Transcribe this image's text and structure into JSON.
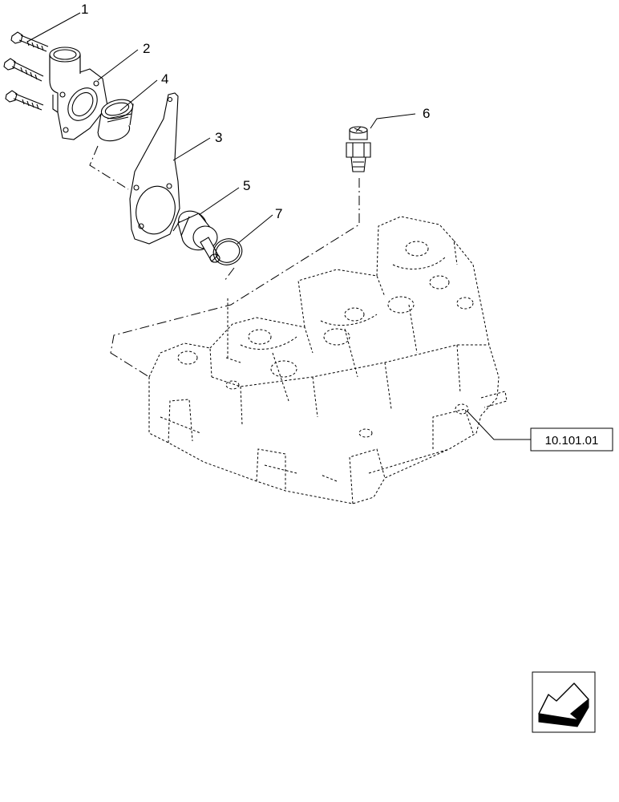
{
  "diagram": {
    "callouts": [
      {
        "id": "1",
        "label": "1"
      },
      {
        "id": "2",
        "label": "2"
      },
      {
        "id": "3",
        "label": "3"
      },
      {
        "id": "4",
        "label": "4"
      },
      {
        "id": "5",
        "label": "5"
      },
      {
        "id": "6",
        "label": "6"
      },
      {
        "id": "7",
        "label": "7"
      }
    ],
    "reference": "10.101.01",
    "nav_icon": "arrow-back-icon",
    "colors": {
      "line": "#000000",
      "background": "#ffffff"
    }
  }
}
